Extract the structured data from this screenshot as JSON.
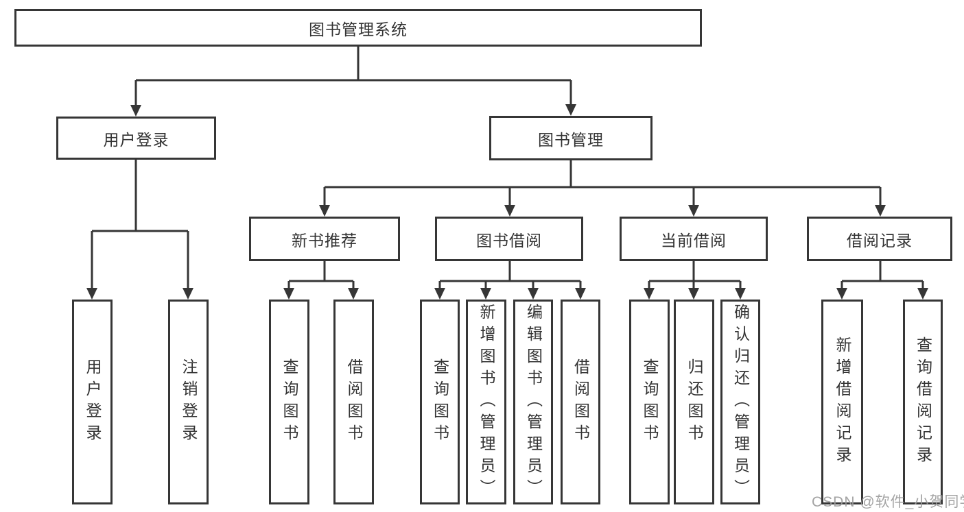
{
  "tree": {
    "label": "图书管理系统",
    "children": [
      {
        "label": "用户登录",
        "children": [
          {
            "label": "用户登录"
          },
          {
            "label": "注销登录"
          }
        ]
      },
      {
        "label": "图书管理",
        "children": [
          {
            "label": "新书推荐",
            "children": [
              {
                "label": "查询图书"
              },
              {
                "label": "借阅图书"
              }
            ]
          },
          {
            "label": "图书借阅",
            "children": [
              {
                "label": "查询图书"
              },
              {
                "label": "新增图书（管理员）"
              },
              {
                "label": "编辑图书（管理员）"
              },
              {
                "label": "借阅图书"
              }
            ]
          },
          {
            "label": "当前借阅",
            "children": [
              {
                "label": "查询图书"
              },
              {
                "label": "归还图书"
              },
              {
                "label": "确认归还（管理员）"
              }
            ]
          },
          {
            "label": "借阅记录",
            "children": [
              {
                "label": "新增借阅记录"
              },
              {
                "label": "查询借阅记录"
              }
            ]
          }
        ]
      }
    ]
  },
  "watermark": "CSDN @软件_小贺同学",
  "colors": {
    "line": "#363636",
    "text": "#333333",
    "watermark": "#9b9b9b",
    "background": "#ffffff"
  }
}
